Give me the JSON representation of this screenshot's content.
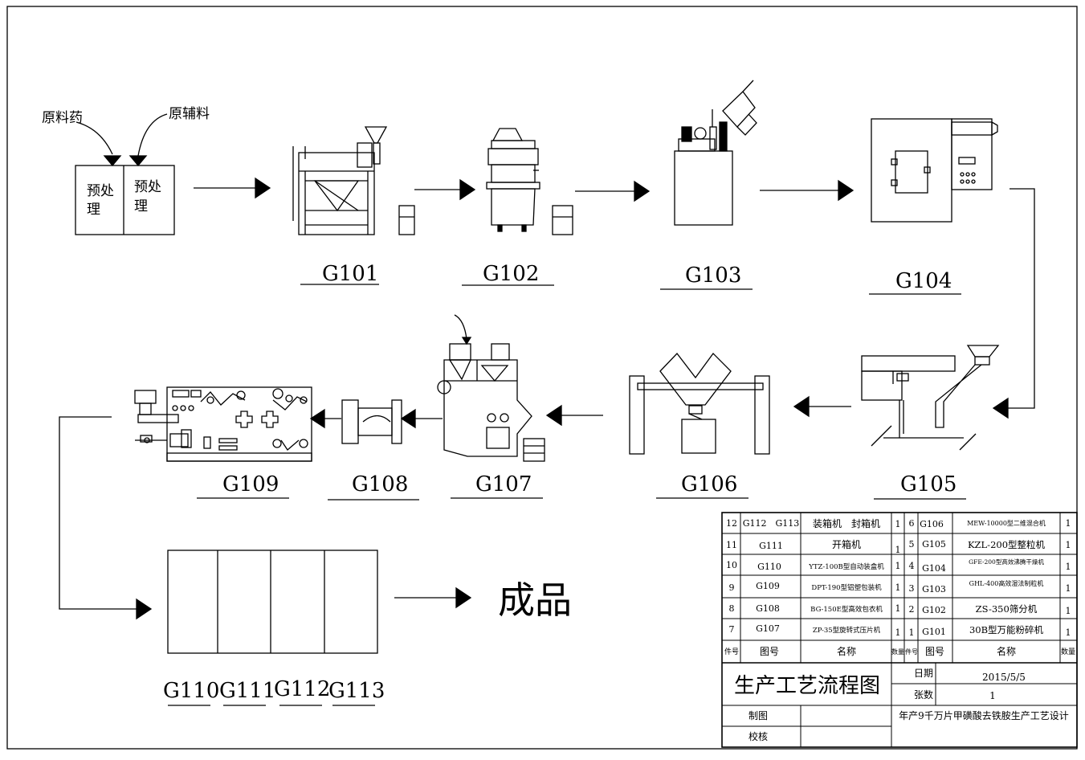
{
  "inputs": {
    "raw_drug": "原料药",
    "raw_excipient": "原辅料"
  },
  "pretreat": {
    "left_line1": "预处",
    "left_line2": "理",
    "right_line1": "预处",
    "right_line2": "理"
  },
  "equipment_codes": {
    "g101": "G101",
    "g102": "G102",
    "g103": "G103",
    "g104": "G104",
    "g105": "G105",
    "g106": "G106",
    "g107": "G107",
    "g108": "G108",
    "g109": "G109",
    "g110": "G110",
    "g111": "G111",
    "g112": "G112",
    "g113": "G113"
  },
  "final_product": "成品",
  "title_block": {
    "header": {
      "item_no": "件号",
      "drawing_no": "图号",
      "name": "名称",
      "qty": "数量"
    },
    "rows_left": [
      {
        "no": "12",
        "code": "G112　G113",
        "name": "装箱机　封箱机",
        "qty": "1"
      },
      {
        "no": "11",
        "code": "G111",
        "name": "开箱机",
        "qty": "1"
      },
      {
        "no": "10",
        "code": "G110",
        "name": "YTZ-100B型自动装盒机",
        "qty": "1"
      },
      {
        "no": "9",
        "code": "G109",
        "name": "DPT-190型铝塑包装机",
        "qty": "1"
      },
      {
        "no": "8",
        "code": "G108",
        "name": "BG-150E型高效包衣机",
        "qty": "1"
      },
      {
        "no": "7",
        "code": "G107",
        "name": "ZP-35型旋转式压片机",
        "qty": "1"
      }
    ],
    "rows_right": [
      {
        "no": "6",
        "code": "G106",
        "name": "MEW-10000型二维混合机",
        "qty": "1"
      },
      {
        "no": "5",
        "code": "G105",
        "name": "KZL-200型整粒机",
        "qty": "1"
      },
      {
        "no": "4",
        "code": "G104",
        "name": "GFE-200型高效沸腾干燥机",
        "qty": "1"
      },
      {
        "no": "3",
        "code": "G103",
        "name": "GHL-400高效湿法制粒机",
        "qty": "1"
      },
      {
        "no": "2",
        "code": "G102",
        "name": "ZS-350筛分机",
        "qty": "1"
      },
      {
        "no": "1",
        "code": "G101",
        "name": "30B型万能粉碎机",
        "qty": "1"
      }
    ],
    "title": "生产工艺流程图",
    "date_label": "日期",
    "date_value": "2015/5/5",
    "sheets_label": "张数",
    "sheets_value": "1",
    "drawn_label": "制图",
    "checked_label": "校核",
    "project": "年产9千万片甲磺酸去铁胺生产工艺设计"
  }
}
